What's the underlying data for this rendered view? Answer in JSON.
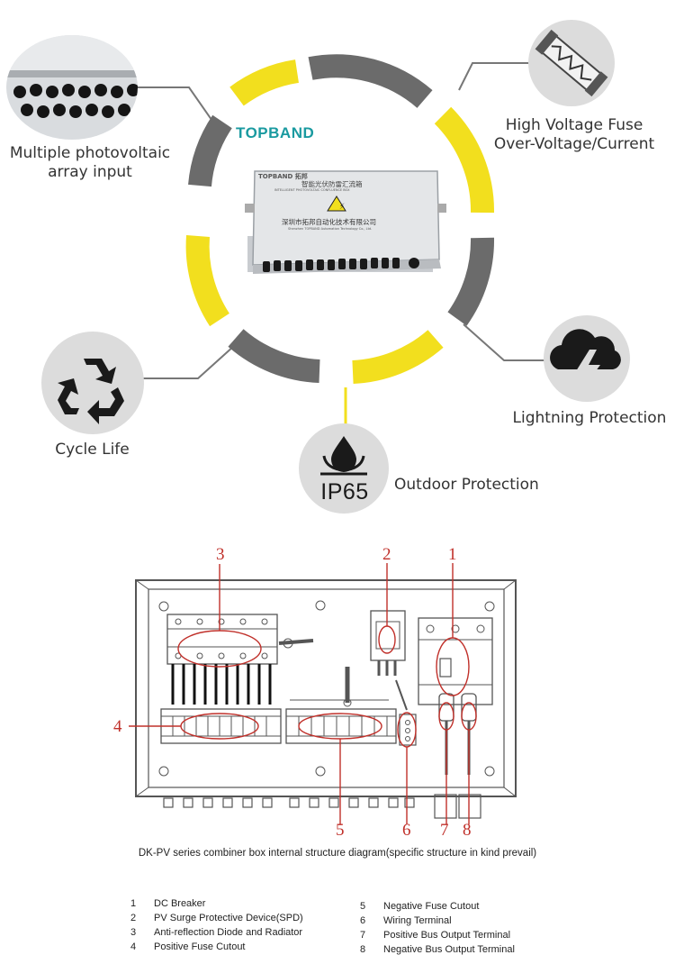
{
  "brand": "TOPBAND",
  "features": {
    "pv_input": [
      "Multiple photovoltaic",
      "array input"
    ],
    "fuse": [
      "High Voltage Fuse",
      "Over-Voltage/Current"
    ],
    "lightning": "Lightning Protection",
    "outdoor": "Outdoor Protection",
    "ip_rating": "IP65",
    "cycle": "Cycle Life"
  },
  "product_box": {
    "brand": "TOPBAND 拓邦",
    "title_cn": "智能光伏防雷汇流箱",
    "title_en": "INTELLIGENT PHOTOVOLTAIC CONFLUENCE BOX",
    "maker_cn": "深圳市拓邦自动化技术有限公司",
    "maker_en": "Shenzhen TOPBAND Automation Technology Co., Ltd."
  },
  "diagram": {
    "markers": [
      "1",
      "2",
      "3",
      "4",
      "5",
      "6",
      "7",
      "8"
    ],
    "caption": "DK-PV series combiner box internal structure diagram(specific structure in kind prevail)"
  },
  "legend_left": [
    {
      "num": "1",
      "text": "DC Breaker"
    },
    {
      "num": "2",
      "text": "PV Surge Protective Device(SPD)"
    },
    {
      "num": "3",
      "text": "Anti-reflection Diode and Radiator"
    },
    {
      "num": "4",
      "text": "Positive Fuse Cutout"
    }
  ],
  "legend_right": [
    {
      "num": "5",
      "text": "Negative Fuse Cutout"
    },
    {
      "num": "6",
      "text": "Wiring Terminal"
    },
    {
      "num": "7",
      "text": "Positive Bus Output Terminal"
    },
    {
      "num": "8",
      "text": "Negative Bus Output Terminal"
    }
  ],
  "colors": {
    "yellow": "#f2df1e",
    "gray": "#6b6b6b",
    "brand": "#1a9aa0",
    "marker": "#c0302a"
  }
}
